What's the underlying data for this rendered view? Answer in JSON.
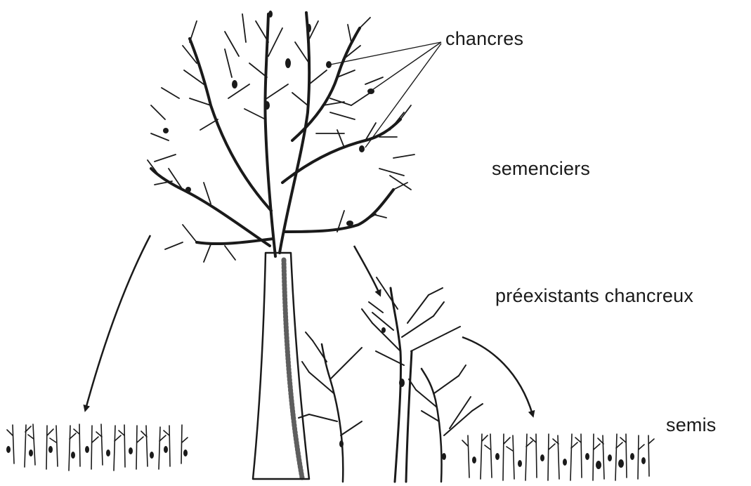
{
  "labels": {
    "chancres": "chancres",
    "semenciers": "semenciers",
    "preexistants": "préexistants chancreux",
    "semis": "semis"
  },
  "colors": {
    "ink": "#1a1a1a",
    "background": "#ffffff"
  }
}
